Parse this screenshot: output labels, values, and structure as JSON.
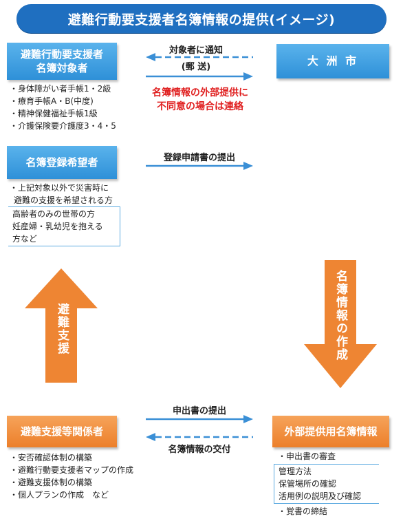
{
  "title": "避難行動要支援者名簿情報の提供(イメージ)",
  "box_target": {
    "line1": "避難行動要支援者",
    "line2": "名簿対象者"
  },
  "target_items": [
    "・身体障がい者手帳1・2級",
    "・療育手帳A・B(中度)",
    "・精神保健福祉手帳1級",
    "・介護保険要介護度3・4・5"
  ],
  "box_city": "大 洲 市",
  "arrow_notify": {
    "line1": "対象者に通知",
    "line2": "(郵 送)"
  },
  "note_red": {
    "line1": "名簿情報の外部提供に",
    "line2": "不同意の場合は連絡"
  },
  "box_applicant": "名簿登録希望者",
  "arrow_apply": "登録申請書の提出",
  "applicant_items": [
    "・上記対象以外で災害時に",
    "避難の支援を希望される方"
  ],
  "applicant_bracket": [
    "高齢者のみの世帯の方",
    "妊産婦・乳幼児を抱える",
    "方など"
  ],
  "arrow_support": "避難支援",
  "arrow_create": "名簿情報の作成",
  "box_related": "避難支援等関係者",
  "arrow_submit": "申出書の提出",
  "arrow_deliver": "名簿情報の交付",
  "related_items": [
    "・安否確認体制の構築",
    "・避難行動要支援者マップの作成",
    "・避難支援体制の構築",
    "・個人プランの作成　など"
  ],
  "box_external": "外部提供用名簿情報",
  "external_top": "・申出書の審査",
  "external_bracket": [
    "管理方法",
    "保管場所の確認",
    "活用例の説明及び確認"
  ],
  "external_bottom": "・覚書の締結",
  "colors": {
    "blue": "#2e90d8",
    "orange": "#ec7f2a",
    "header": "#1f6fc0",
    "red": "#e02020"
  }
}
